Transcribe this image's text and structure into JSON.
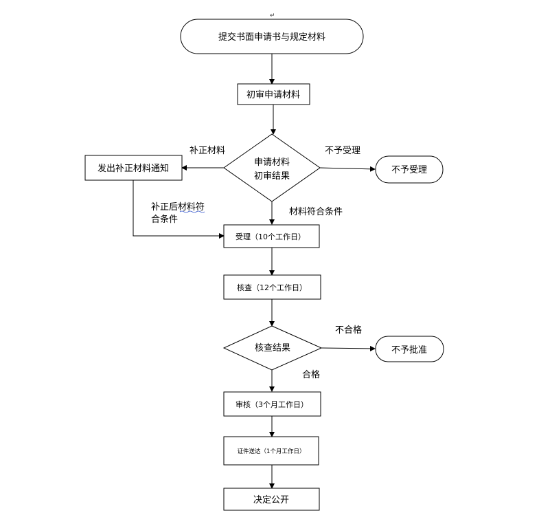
{
  "flow": {
    "start": "提交书面申请书与规定材料",
    "initial_review": "初审申请材料",
    "decision1_line1": "申请材料",
    "decision1_line2": "初审结果",
    "supplement_notice": "发出补正材料通知",
    "reject_accept": "不予受理",
    "accept": "受理（10个工作日）",
    "verify": "核查（12个工作日）",
    "decision2": "核查结果",
    "reject_approve": "不予批准",
    "audit": "审核（3个月工作日）",
    "delivery": "证件送达（1个月工作日）",
    "publish": "决定公开"
  },
  "labels": {
    "supplement": "补正材料",
    "not_accept": "不予受理",
    "meets_conditions": "材料符合条件",
    "after_supplement_line1": "补正后材料符",
    "after_supplement_line2": "合条件",
    "fail": "不合格",
    "pass": "合格"
  },
  "colors": {
    "stroke": "#000000",
    "underline": "#3355cc"
  }
}
